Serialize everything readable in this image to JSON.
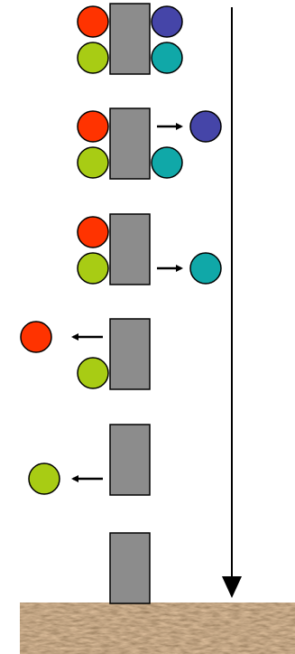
{
  "colors": {
    "red": "#ff3300",
    "navy": "#4545a8",
    "teal": "#10a8a8",
    "lime": "#a8cc14",
    "block_fill": "#8c8c8c",
    "stroke": "#000000",
    "ground": "#7a5a3a"
  },
  "diagram": {
    "stages": [
      {
        "stage": 1,
        "attached": [
          "red",
          "navy",
          "lime",
          "teal"
        ],
        "released": []
      },
      {
        "stage": 2,
        "attached": [
          "red",
          "lime",
          "teal"
        ],
        "released": [
          {
            "color": "navy",
            "direction": "right"
          }
        ]
      },
      {
        "stage": 3,
        "attached": [
          "red",
          "lime"
        ],
        "released": [
          {
            "color": "teal",
            "direction": "right"
          }
        ]
      },
      {
        "stage": 4,
        "attached": [
          "lime"
        ],
        "released": [
          {
            "color": "red",
            "direction": "left"
          }
        ]
      },
      {
        "stage": 5,
        "attached": [],
        "released": [
          {
            "color": "lime",
            "direction": "left"
          }
        ]
      },
      {
        "stage": 6,
        "attached": [],
        "released": []
      }
    ],
    "timeline_arrow": {
      "direction": "down"
    },
    "ground": {
      "texture": "soil"
    }
  }
}
